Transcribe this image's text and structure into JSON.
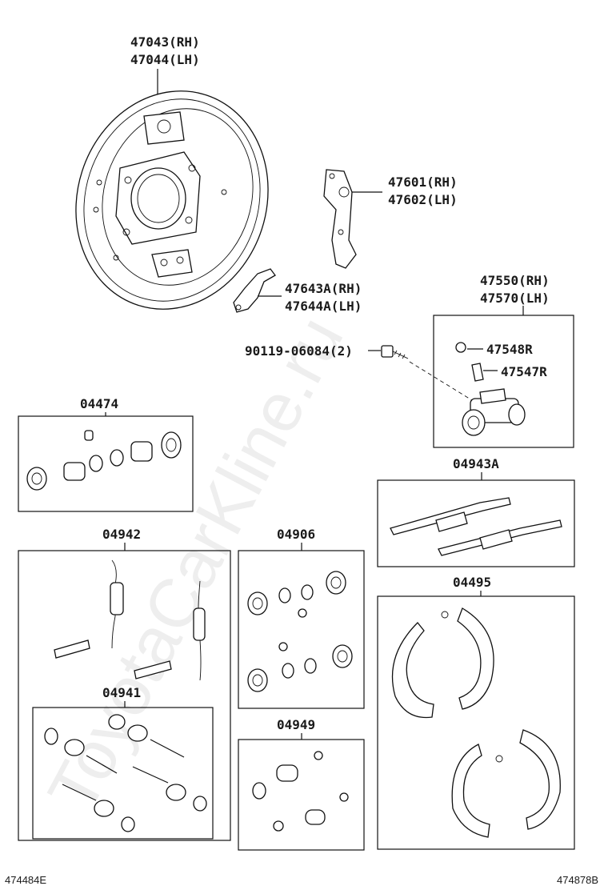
{
  "watermark": "ToyotaCarKline.ru",
  "footer": {
    "left": "474484E",
    "right": "474878B"
  },
  "labels": {
    "p47043": "47043(RH)",
    "p47044": "47044(LH)",
    "p47601": "47601(RH)",
    "p47602": "47602(LH)",
    "p47643a": "47643A(RH)",
    "p47644a": "47644A(LH)",
    "p47550": "47550(RH)",
    "p47570": "47570(LH)",
    "p90119": "90119-06084(2)",
    "p47548r": "47548R",
    "p47547r": "47547R",
    "p04474": "04474",
    "p04943a": "04943A",
    "p04942": "04942",
    "p04906": "04906",
    "p04495": "04495",
    "p04941": "04941",
    "p04949": "04949"
  }
}
